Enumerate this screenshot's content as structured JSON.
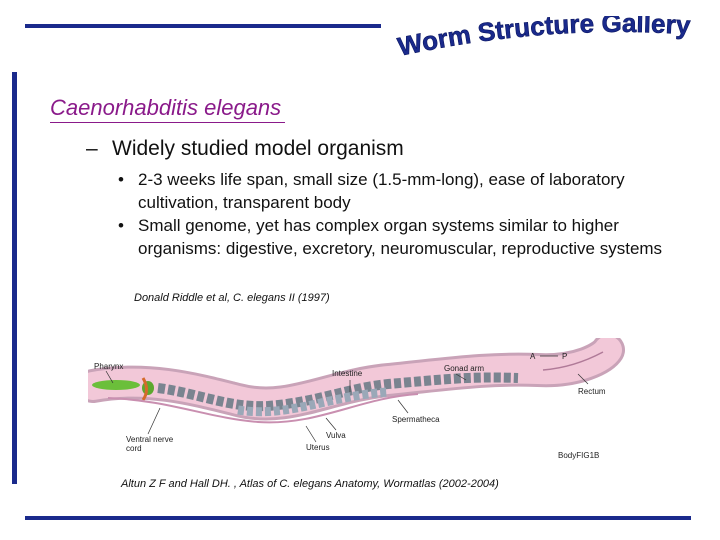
{
  "slide": {
    "title": "Worm Structure Gallery",
    "heading": "Caenorhabditis elegans",
    "subpoint": "Widely studied model organism",
    "dash": "–",
    "bullet_char": "•",
    "bullets": [
      "2-3 weeks life span, small size (1.5-mm-long), ease of laboratory cultivation, transparent body",
      "Small genome, yet has complex organ systems similar to higher organisms: digestive, excretory, neuromuscular, reproductive systems"
    ],
    "citation_top": "Donald Riddle et al, C. elegans II (1997)",
    "citation_bottom": "Altun Z F and Hall DH. , Atlas of C. elegans Anatomy, Wormatlas (2002-2004)"
  },
  "figure": {
    "labels": {
      "pharynx": "Pharynx",
      "intestine": "Intestine",
      "gonad_arm": "Gonad arm",
      "a": "A",
      "p": "P",
      "rectum": "Rectum",
      "spermatheca": "Spermatheca",
      "vulva": "Vulva",
      "uterus": "Uterus",
      "ventral_nerve": "Ventral nerve",
      "cord": "cord",
      "fig_id": "BodyFIG1B"
    }
  },
  "colors": {
    "accent_bar": "#1a2a8c",
    "heading": "#8a1a8a",
    "title_fill": "#1a2a8c"
  }
}
